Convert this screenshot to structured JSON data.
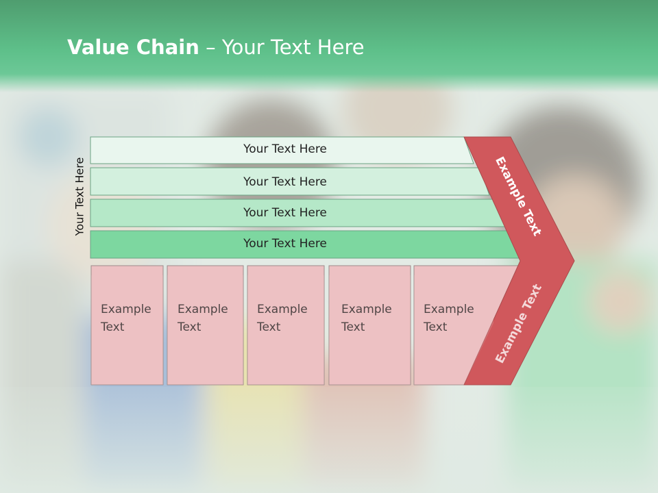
{
  "title": {
    "bold": "Value Chain",
    "rest": " – Your Text Here"
  },
  "side_label": "Your Text Here",
  "rows": [
    "Your Text Here",
    "Your Text Here",
    "Your Text Here",
    "Your Text Here"
  ],
  "cells": [
    "Example\nText",
    "Example\nText",
    "Example\nText",
    "Example\nText",
    "Example\nText"
  ],
  "chevron": {
    "upper": "Example Text",
    "lower": "Example Text"
  },
  "colors": {
    "header": "#5ec08a",
    "cell": "#edc1c3",
    "chevron": "#d0585c"
  }
}
